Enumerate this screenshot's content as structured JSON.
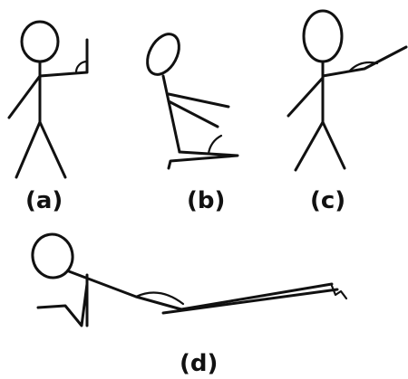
{
  "figures": [
    {
      "id": "a",
      "label": "(a)"
    },
    {
      "id": "b",
      "label": "(b)"
    },
    {
      "id": "c",
      "label": "(c)"
    },
    {
      "id": "d",
      "label": "(d)"
    }
  ]
}
